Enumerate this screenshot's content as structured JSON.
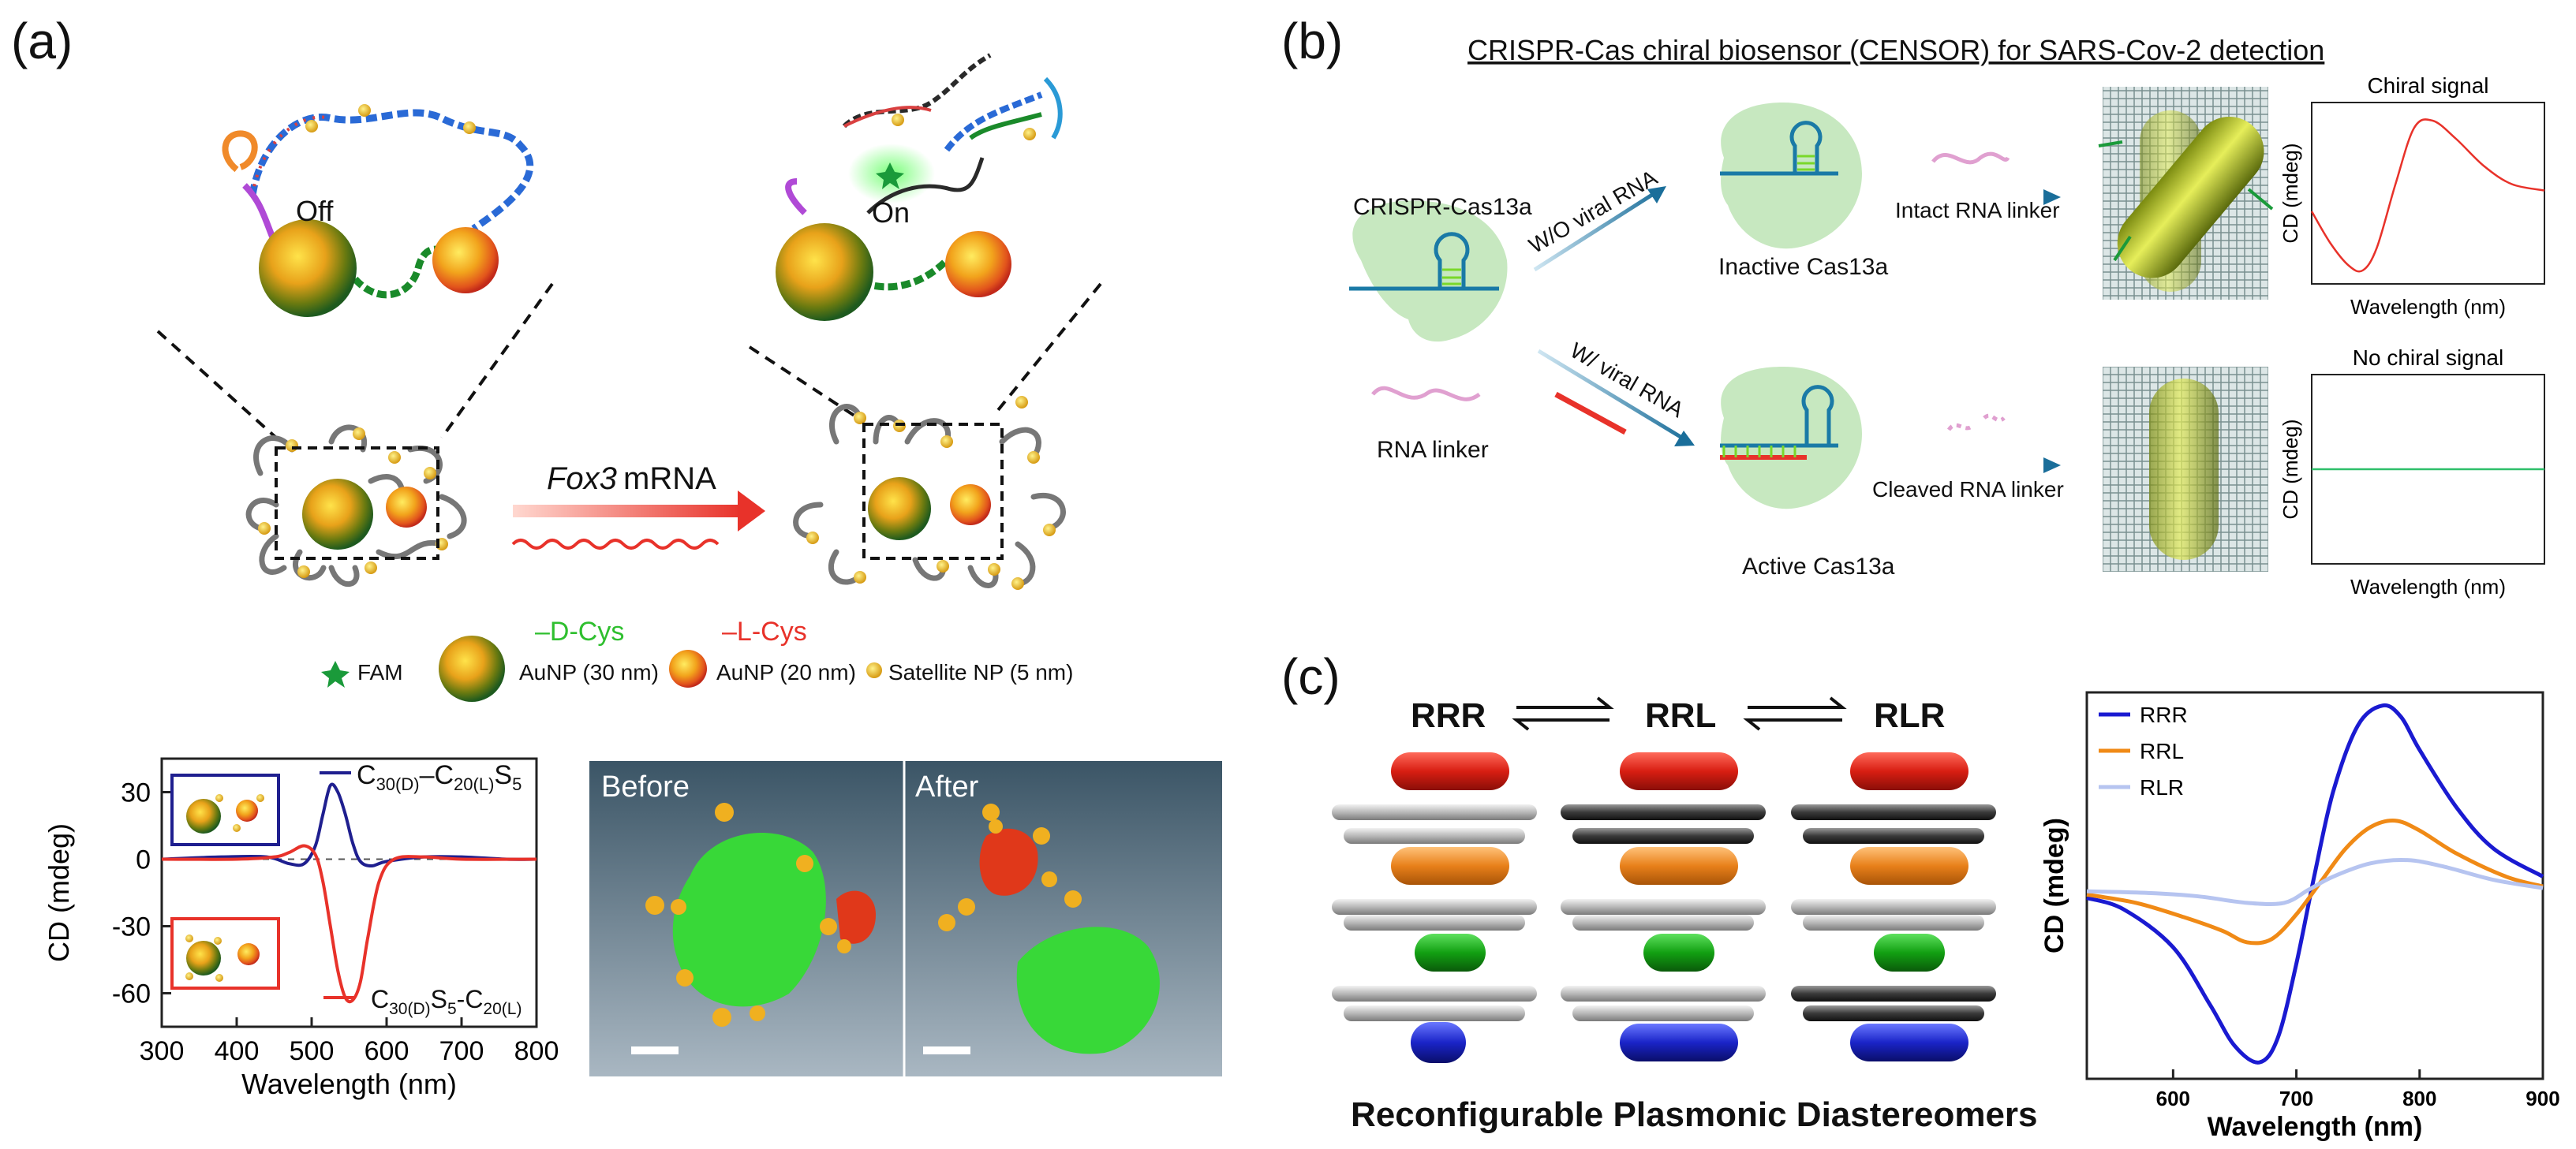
{
  "panel_a": {
    "label": "(a)",
    "off_label": "Off",
    "on_label": "On",
    "arrow_label": "Fox3",
    "arrow_label_suffix": " mRNA",
    "legend": {
      "d_cys": "–D-Cys",
      "l_cys": "–L-Cys",
      "fam": "FAM",
      "aunp30": "AuNP (30 nm)",
      "aunp20": "AuNP (20 nm)",
      "satellite": "Satellite NP (5 nm)"
    },
    "image_labels": {
      "before": "Before",
      "after": "After"
    },
    "colors": {
      "green": "#2fbf2f",
      "red": "#e8322a",
      "blue": "#1f1f8f"
    }
  },
  "panel_b": {
    "label": "(b)",
    "title": "CRISPR-Cas chiral biosensor (CENSOR) for SARS-Cov-2 detection",
    "crispr_label": "CRISPR-Cas13a",
    "rna_linker": "RNA linker",
    "wo_viral": "W/O viral RNA",
    "w_viral": "W/ viral RNA",
    "inactive": "Inactive Cas13a",
    "active": "Active Cas13a",
    "intact": "Intact RNA linker",
    "cleaved": "Cleaved RNA linker",
    "plot_top_title": "Chiral signal",
    "plot_bottom_title": "No chiral signal",
    "ylabel": "CD (mdeg)",
    "xlabel": "Wavelength (nm)"
  },
  "panel_c": {
    "label": "(c)",
    "states": [
      "RRR",
      "RRL",
      "RLR"
    ],
    "caption": "Reconfigurable Plasmonic Diastereomers",
    "colors": {
      "RRR": "#1a1ad1",
      "RRL": "#f08a16",
      "RLR": "#b6c4f0"
    }
  },
  "chart_data": [
    {
      "type": "line",
      "panel": "a",
      "xlabel": "Wavelength (nm)",
      "ylabel": "CD (mdeg)",
      "xlim": [
        300,
        800
      ],
      "ylim": [
        -75,
        45
      ],
      "xticks": [
        300,
        400,
        500,
        600,
        700,
        800
      ],
      "yticks": [
        30,
        0,
        -30,
        -60
      ],
      "series": [
        {
          "name": "C30(D)–C20(L)S5",
          "color": "#1f1f8f",
          "x": [
            300,
            380,
            440,
            470,
            490,
            505,
            515,
            525,
            535,
            545,
            555,
            565,
            580,
            600,
            650,
            700,
            760,
            800
          ],
          "y": [
            0,
            1,
            1,
            -2,
            -2,
            6,
            20,
            33,
            30,
            20,
            7,
            -1,
            -3,
            -1,
            1,
            1,
            0,
            0
          ]
        },
        {
          "name": "C30(D)S5-C20(L)",
          "color": "#e8322a",
          "x": [
            300,
            400,
            450,
            470,
            490,
            505,
            515,
            525,
            535,
            545,
            555,
            565,
            575,
            590,
            610,
            650,
            700,
            800
          ],
          "y": [
            0,
            0,
            1,
            3,
            6,
            2,
            -10,
            -30,
            -50,
            -62,
            -63,
            -55,
            -35,
            -10,
            0,
            1,
            0,
            0
          ]
        }
      ]
    },
    {
      "type": "line",
      "panel": "b-top",
      "title": "Chiral signal",
      "xlabel": "Wavelength (nm)",
      "ylabel": "CD (mdeg)",
      "xlim": [
        0,
        1
      ],
      "ylim": [
        -1,
        1
      ],
      "series": [
        {
          "color": "#e8322a",
          "x": [
            0,
            0.08,
            0.16,
            0.22,
            0.28,
            0.36,
            0.44,
            0.52,
            0.62,
            0.74,
            0.86,
            1
          ],
          "y": [
            -0.2,
            -0.55,
            -0.8,
            -0.85,
            -0.6,
            0.1,
            0.72,
            0.8,
            0.6,
            0.3,
            0.1,
            0.03
          ]
        }
      ]
    },
    {
      "type": "line",
      "panel": "b-bottom",
      "title": "No chiral signal",
      "xlabel": "Wavelength (nm)",
      "ylabel": "CD (mdeg)",
      "xlim": [
        0,
        1
      ],
      "ylim": [
        -1,
        1
      ],
      "series": [
        {
          "color": "#2fbf6a",
          "x": [
            0,
            1
          ],
          "y": [
            0,
            0
          ]
        }
      ]
    },
    {
      "type": "line",
      "panel": "c",
      "xlabel": "Wavelength (nm)",
      "ylabel": "CD (mdeg)",
      "xlim": [
        530,
        900
      ],
      "ylim": [
        -1.15,
        1.2
      ],
      "xticks": [
        600,
        700,
        800,
        900
      ],
      "series": [
        {
          "name": "RRR",
          "color": "#1a1ad1",
          "x": [
            530,
            560,
            600,
            630,
            650,
            670,
            685,
            700,
            715,
            730,
            750,
            770,
            785,
            800,
            830,
            860,
            900
          ],
          "y": [
            -0.05,
            -0.12,
            -0.35,
            -0.7,
            -0.95,
            -1.05,
            -0.9,
            -0.45,
            0.1,
            0.6,
            1.0,
            1.12,
            1.05,
            0.85,
            0.5,
            0.25,
            0.08
          ]
        },
        {
          "name": "RRL",
          "color": "#f08a16",
          "x": [
            530,
            570,
            610,
            640,
            660,
            680,
            700,
            720,
            740,
            760,
            780,
            800,
            830,
            870,
            900
          ],
          "y": [
            -0.03,
            -0.08,
            -0.17,
            -0.25,
            -0.32,
            -0.3,
            -0.15,
            0.05,
            0.25,
            0.38,
            0.42,
            0.36,
            0.22,
            0.08,
            0.02
          ]
        },
        {
          "name": "RLR",
          "color": "#b6c4f0",
          "x": [
            530,
            580,
            620,
            660,
            690,
            710,
            730,
            760,
            790,
            820,
            860,
            900
          ],
          "y": [
            -0.01,
            -0.02,
            -0.04,
            -0.08,
            -0.08,
            0.0,
            0.08,
            0.16,
            0.18,
            0.14,
            0.06,
            0.01
          ]
        }
      ]
    }
  ]
}
